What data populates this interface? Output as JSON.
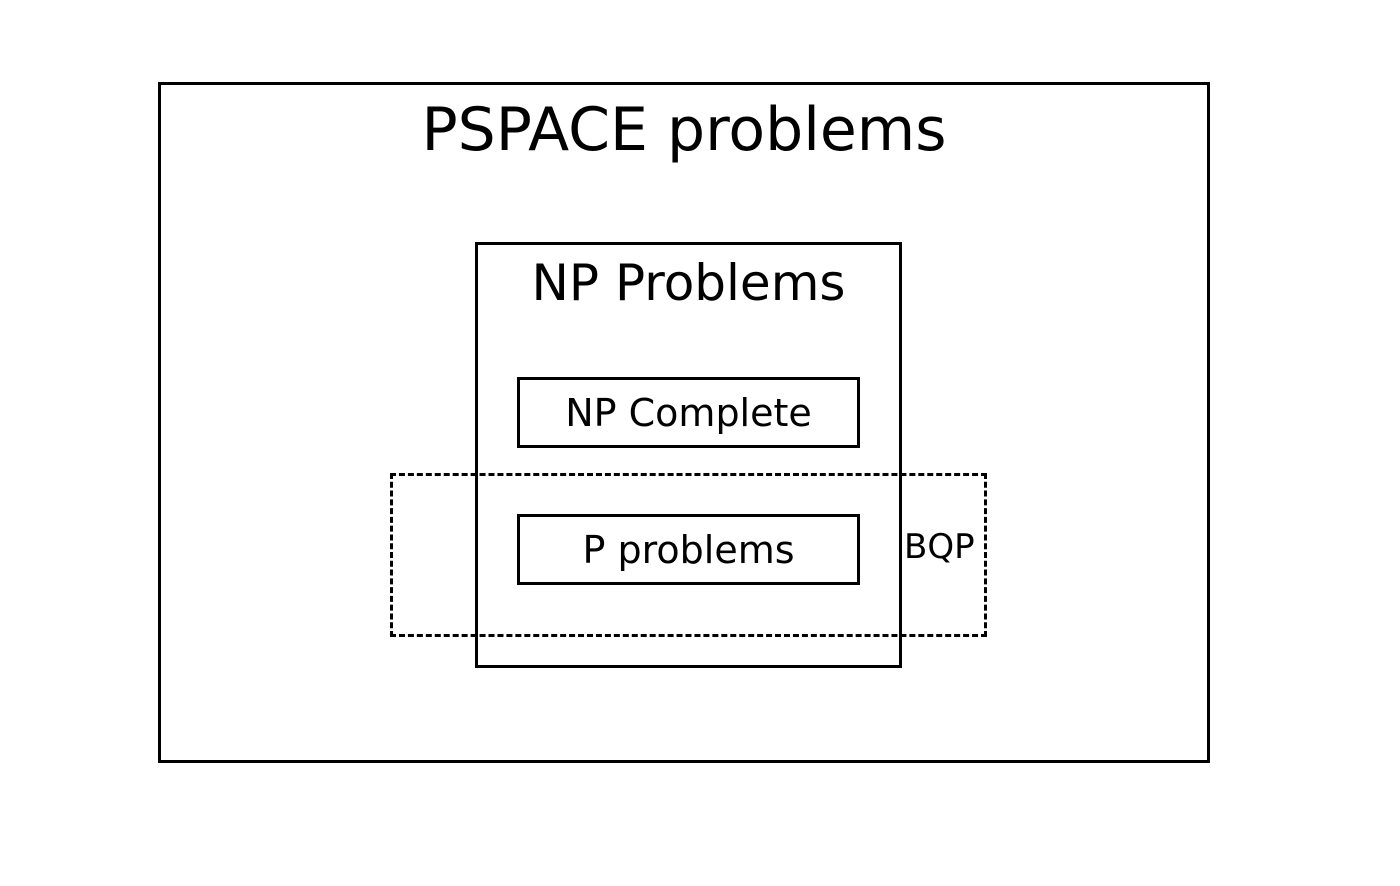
{
  "diagram": {
    "pspace": {
      "label": "PSPACE problems"
    },
    "np": {
      "label": "NP Problems"
    },
    "np_complete": {
      "label": "NP Complete"
    },
    "p": {
      "label": "P problems"
    },
    "bqp": {
      "label": "BQP"
    }
  }
}
